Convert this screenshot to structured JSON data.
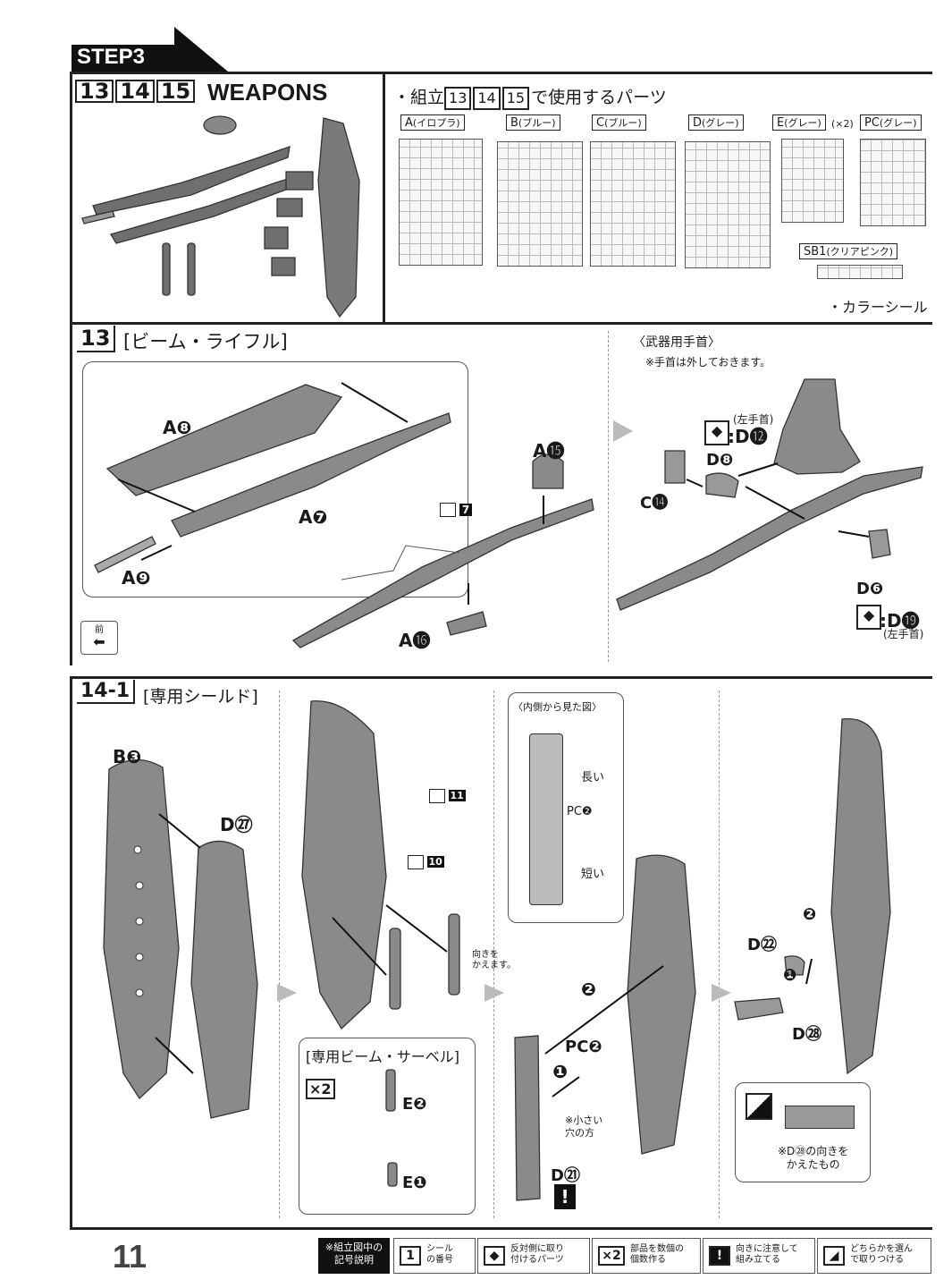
{
  "step": {
    "label": "STEP3",
    "nums": [
      "13",
      "14",
      "15"
    ],
    "title": "WEAPONS"
  },
  "parts_header": {
    "prefix": "・組立",
    "nums": [
      "13",
      "14",
      "15"
    ],
    "suffix": "で使用するパーツ"
  },
  "runners": [
    {
      "id": "A",
      "note": "(イロプラ)"
    },
    {
      "id": "B",
      "note": "(ブルー)"
    },
    {
      "id": "C",
      "note": "(ブルー)"
    },
    {
      "id": "D",
      "note": "(グレー)"
    },
    {
      "id": "E",
      "note": "(グレー)",
      "count": "(×2)"
    },
    {
      "id": "PC",
      "note": "(グレー)"
    }
  ],
  "sb": {
    "id": "SB1",
    "note": "(クリアピンク)"
  },
  "color_seal": "・カラーシール",
  "s13": {
    "num": "13",
    "title": "[ビーム・ライフル]",
    "parts": {
      "a8": "A❽",
      "a7": "A❼",
      "a9": "A❾",
      "a15": "A⓯",
      "a16": "A⓰",
      "seal7": "7"
    },
    "front": "前"
  },
  "wrist": {
    "title": "〈武器用手首〉",
    "note": "※手首は外しておきます。",
    "left_hand": "(左手首)",
    "d12": ":D⓬",
    "d8": "D❽",
    "c14": "C⓮",
    "d6": "D❻",
    "d19": ":D⓳",
    "left_hand2": "(左手首)"
  },
  "s14": {
    "num": "14-1",
    "title": "[専用シールド]",
    "b3": "B❸",
    "d27": "D㉗",
    "seal11": "11",
    "seal10": "10",
    "turn": "向きを\nかえます。",
    "saber_title": "[専用ビーム・サーベル]",
    "x2": "×2",
    "e2": "E❷",
    "e1": "E❶",
    "inner_title": "〈内側から見た図〉",
    "long": "長い",
    "short": "短い",
    "pc2a": "PC❷",
    "pc2b": "PC❷",
    "small_hole": "※小さい\n穴の方",
    "d21": "D㉑",
    "d22": "D㉒",
    "d28": "D㉘",
    "step1": "❶",
    "step2": "❷",
    "alt_note": "※D㉘の向きを\nかえたもの"
  },
  "footer": {
    "page": "11",
    "legend_title": "※組立図中の\n記号説明",
    "items": [
      {
        "icon": "1",
        "text": "シール\nの番号"
      },
      {
        "icon": "◆",
        "text": "反対側に取り\n付けるパーツ"
      },
      {
        "icon": "×2",
        "text": "部品を数個の\n個数作る"
      },
      {
        "icon": "!",
        "text": "向きに注意して\n組み立てる"
      },
      {
        "icon": "◢",
        "text": "どちらかを選ん\nで取りつける"
      }
    ]
  }
}
